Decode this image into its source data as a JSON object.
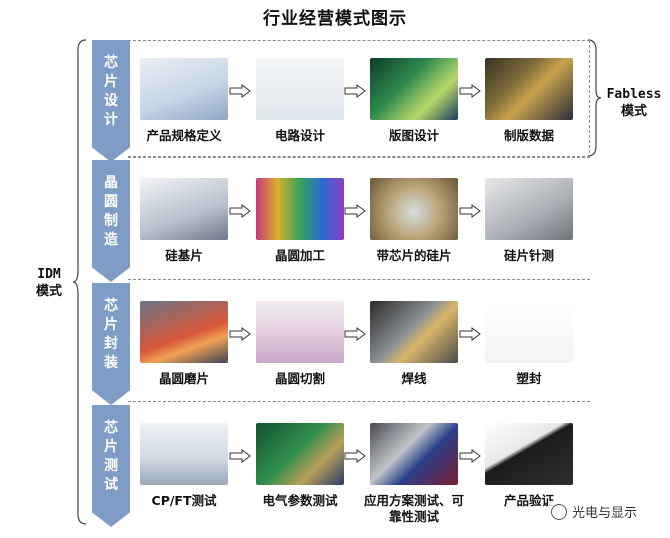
{
  "title": "行业经营模式图示",
  "idm_label": "IDM\n模式",
  "fabless_label": "Fabless\n模式",
  "stages": [
    {
      "label": "芯片设计",
      "steps": [
        "产品规格定义",
        "电路设计",
        "版图设计",
        "制版数据"
      ]
    },
    {
      "label": "晶圆制造",
      "steps": [
        "硅基片",
        "晶圆加工",
        "带芯片的硅片",
        "硅片针测"
      ]
    },
    {
      "label": "芯片封装",
      "steps": [
        "晶圆磨片",
        "晶圆切割",
        "焊线",
        "塑封"
      ]
    },
    {
      "label": "芯片测试",
      "steps": [
        "CP/FT测试",
        "电气参数测试",
        "应用方案测试、可靠性测试",
        "产品验证"
      ]
    }
  ],
  "watermark": "光电与显示",
  "colors": {
    "chevron": "#7f9cc6",
    "separator": "#8a8a8a"
  }
}
